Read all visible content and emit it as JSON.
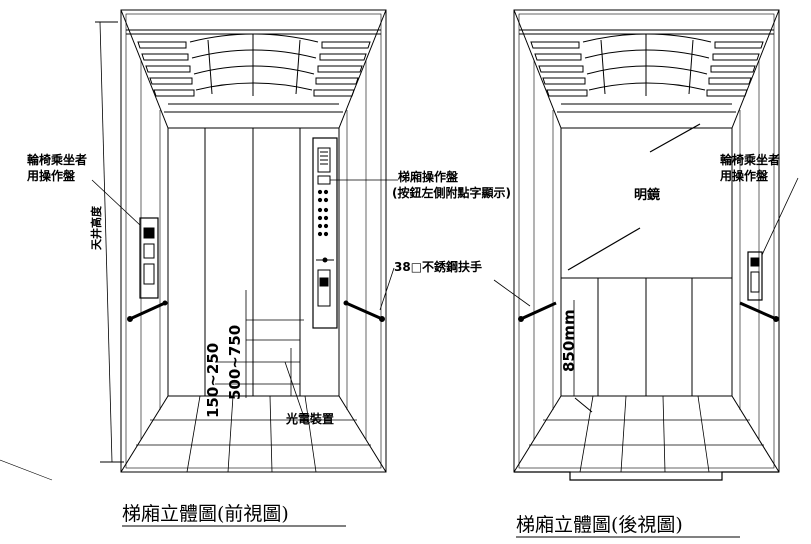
{
  "front_view": {
    "caption": "梯廂立體圖(前視圖)",
    "wheelchair_panel_label": [
      "輪椅乘坐者",
      "用操作盤"
    ],
    "car_operating_panel_label": [
      "梯廂操作盤",
      "(按鈕左側附點字顯示)"
    ],
    "handrail_label": "38□不銹鋼扶手",
    "ceiling_height_label": "天井高度",
    "dimension_a": "150~250",
    "dimension_b": "500~750",
    "photo_sensor_label": "光電裝置"
  },
  "rear_view": {
    "caption": "梯廂立體圖(後視圖)",
    "wheelchair_panel_label": [
      "輪椅乘坐者",
      "用操作盤"
    ],
    "mirror_label": "明鏡",
    "mirror_height": "850mm"
  }
}
